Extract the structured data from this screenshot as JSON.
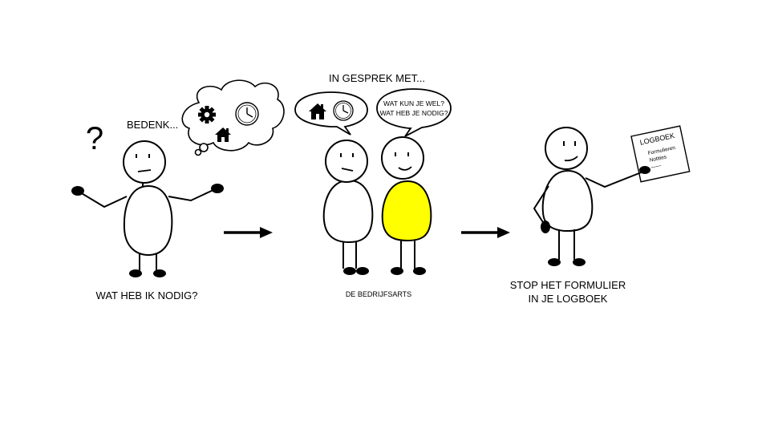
{
  "steps": [
    {
      "id": "think",
      "question_mark": "?",
      "thought_label": "BEDENK...",
      "thought_icons": [
        "gear-icon",
        "house-icon",
        "clock-icon"
      ],
      "caption": "WAT HEB IK NODIG?"
    },
    {
      "id": "talk",
      "heading": "IN GESPREK MET...",
      "left_bubble_icons": [
        "house-icon",
        "clock-icon"
      ],
      "right_bubble_line1": "WAT KUN JE WEL?",
      "right_bubble_line2": "WAT HEB JE NODIG?",
      "caption": "DE BEDRIJFSARTS"
    },
    {
      "id": "store",
      "paper_title": "LOGBOEK",
      "paper_line1": "Formulieren",
      "paper_line2": "Notities",
      "paper_line3": "——",
      "caption_line1": "STOP HET FORMULIER",
      "caption_line2": "IN JE LOGBOEK"
    }
  ],
  "colors": {
    "ink": "#000000",
    "body_fill": "#ffffff",
    "doctor_fill": "#ffff00"
  },
  "arrows": [
    "arrow-right-icon",
    "arrow-right-icon"
  ]
}
